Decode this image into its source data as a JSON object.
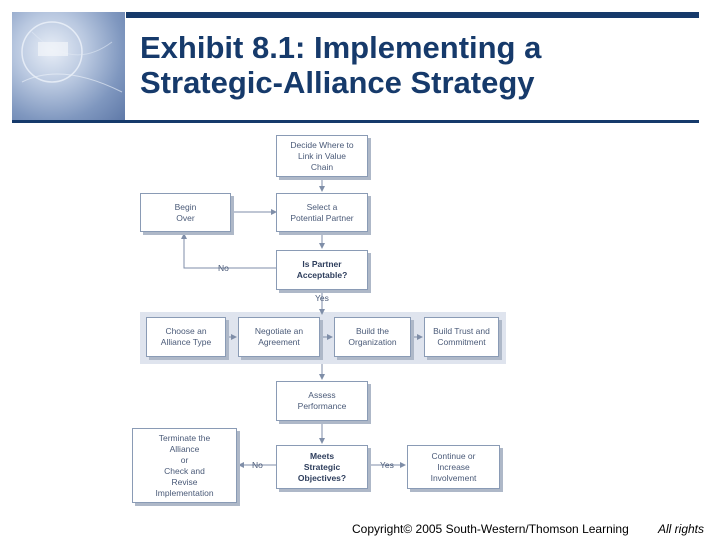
{
  "title": {
    "line1": "Exhibit 8.1: Implementing a",
    "line2": "Strategic-Alliance Strategy"
  },
  "colors": {
    "accent": "#163a6b",
    "box_border": "#8a9bb5",
    "box_text": "#4a5a78",
    "band": "#dfe4ee"
  },
  "diagram": {
    "decide": "Decide Where to\nLink in Value\nChain",
    "select": "Select a\nPotential Partner",
    "begin_over": "Begin\nOver",
    "is_acceptable": "Is Partner\nAcceptable?",
    "label_no_1": "No",
    "label_yes_1": "Yes",
    "choose_type": "Choose an\nAlliance Type",
    "negotiate": "Negotiate an\nAgreement",
    "build_org": "Build the\nOrganization",
    "build_trust": "Build Trust and\nCommitment",
    "assess": "Assess\nPerformance",
    "meets_objectives": "Meets\nStrategic\nObjectives?",
    "terminate": "Terminate the\nAlliance\nor\nCheck and\nRevise\nImplementation",
    "continue": "Continue or\nIncrease\nInvolvement",
    "label_no_2": "No",
    "label_yes_2": "Yes"
  },
  "footer": {
    "copyright": "Copyright© 2005 South-Western/Thomson Learning",
    "rights": "All rights"
  }
}
